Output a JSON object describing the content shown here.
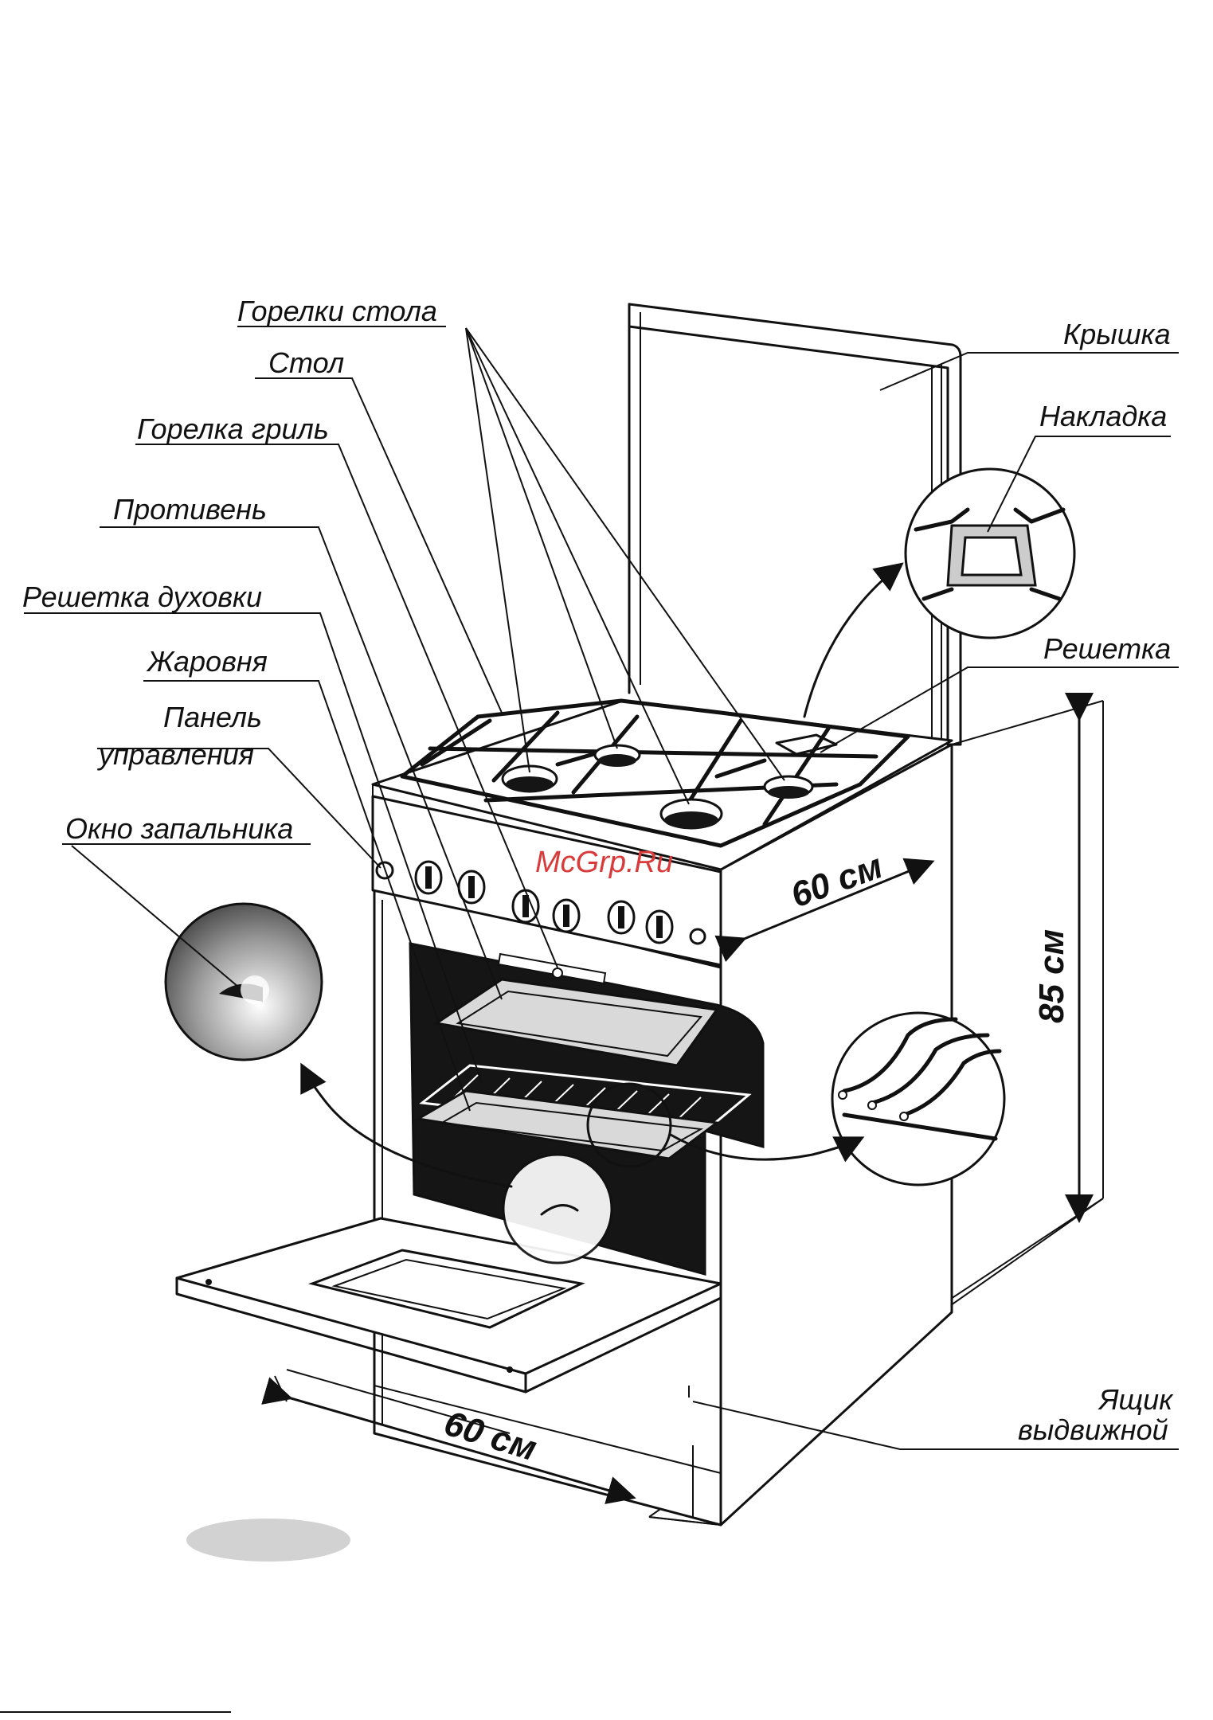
{
  "labels": {
    "table_burners": "Горелки стола",
    "table": "Стол",
    "grill_burner": "Горелка гриль",
    "baking_tray": "Противень",
    "oven_rack": "Решетка духовки",
    "roasting_pan": "Жаровня",
    "control_panel_line1": "Панель",
    "control_panel_line2": "управления",
    "igniter_window": "Окно запальника",
    "lid": "Крышка",
    "overlay": "Накладка",
    "grate": "Решетка",
    "drawer_line1": "Ящик",
    "drawer_line2": "выдвижной"
  },
  "dimensions": {
    "depth": "60 см",
    "width": "60 см",
    "height": "85 см"
  },
  "watermark": "McGrp.Ru"
}
